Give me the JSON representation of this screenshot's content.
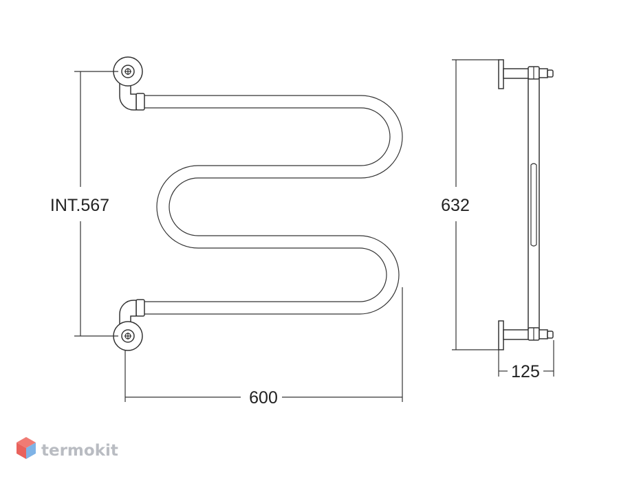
{
  "dimensions": {
    "interaxial": "INT.567",
    "height": "632",
    "width": "600",
    "depth": "125"
  },
  "brand": {
    "name": "termokit",
    "icon": "cube-logo-icon"
  },
  "colors": {
    "line": "#333333",
    "brand_red": "#f07b74",
    "brand_blue": "#7fb3e6",
    "brand_text": "#b9bcc2"
  }
}
